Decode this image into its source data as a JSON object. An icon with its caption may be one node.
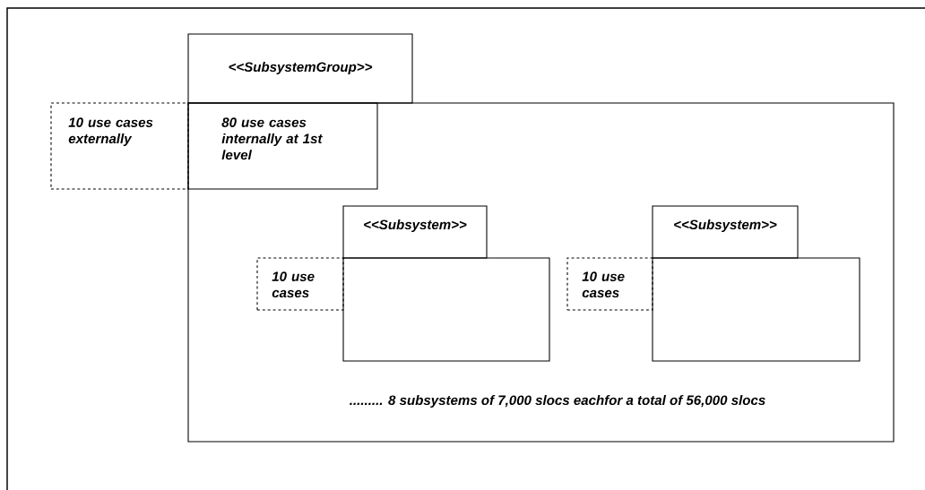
{
  "diagram": {
    "nodes": [
      {
        "text": [
          "<<SubsystemGroup>>"
        ]
      },
      {
        "text": [
          "10 use cases externally"
        ]
      },
      {
        "text": [],
        "shape": "box"
      },
      {
        "text": [
          "80 use cases internally at 1st level"
        ],
        "in": 2
      },
      {
        "text": [
          "<<Subsystem>>"
        ],
        "in": 2
      },
      {
        "text": [
          "10 use cases"
        ],
        "in": 2
      },
      {
        "text": [],
        "shape": "box",
        "in": 2
      },
      {
        "text": [
          "<<Subsystem>>"
        ],
        "in": 2
      },
      {
        "text": [
          "10 use cases"
        ],
        "in": 2
      },
      {
        "text": [],
        "shape": "box",
        "in": 2
      }
    ],
    "labels": [
      "......... 8 subsystems of 7,000 slocs eachfor a total of 56,000 slocs"
    ]
  }
}
